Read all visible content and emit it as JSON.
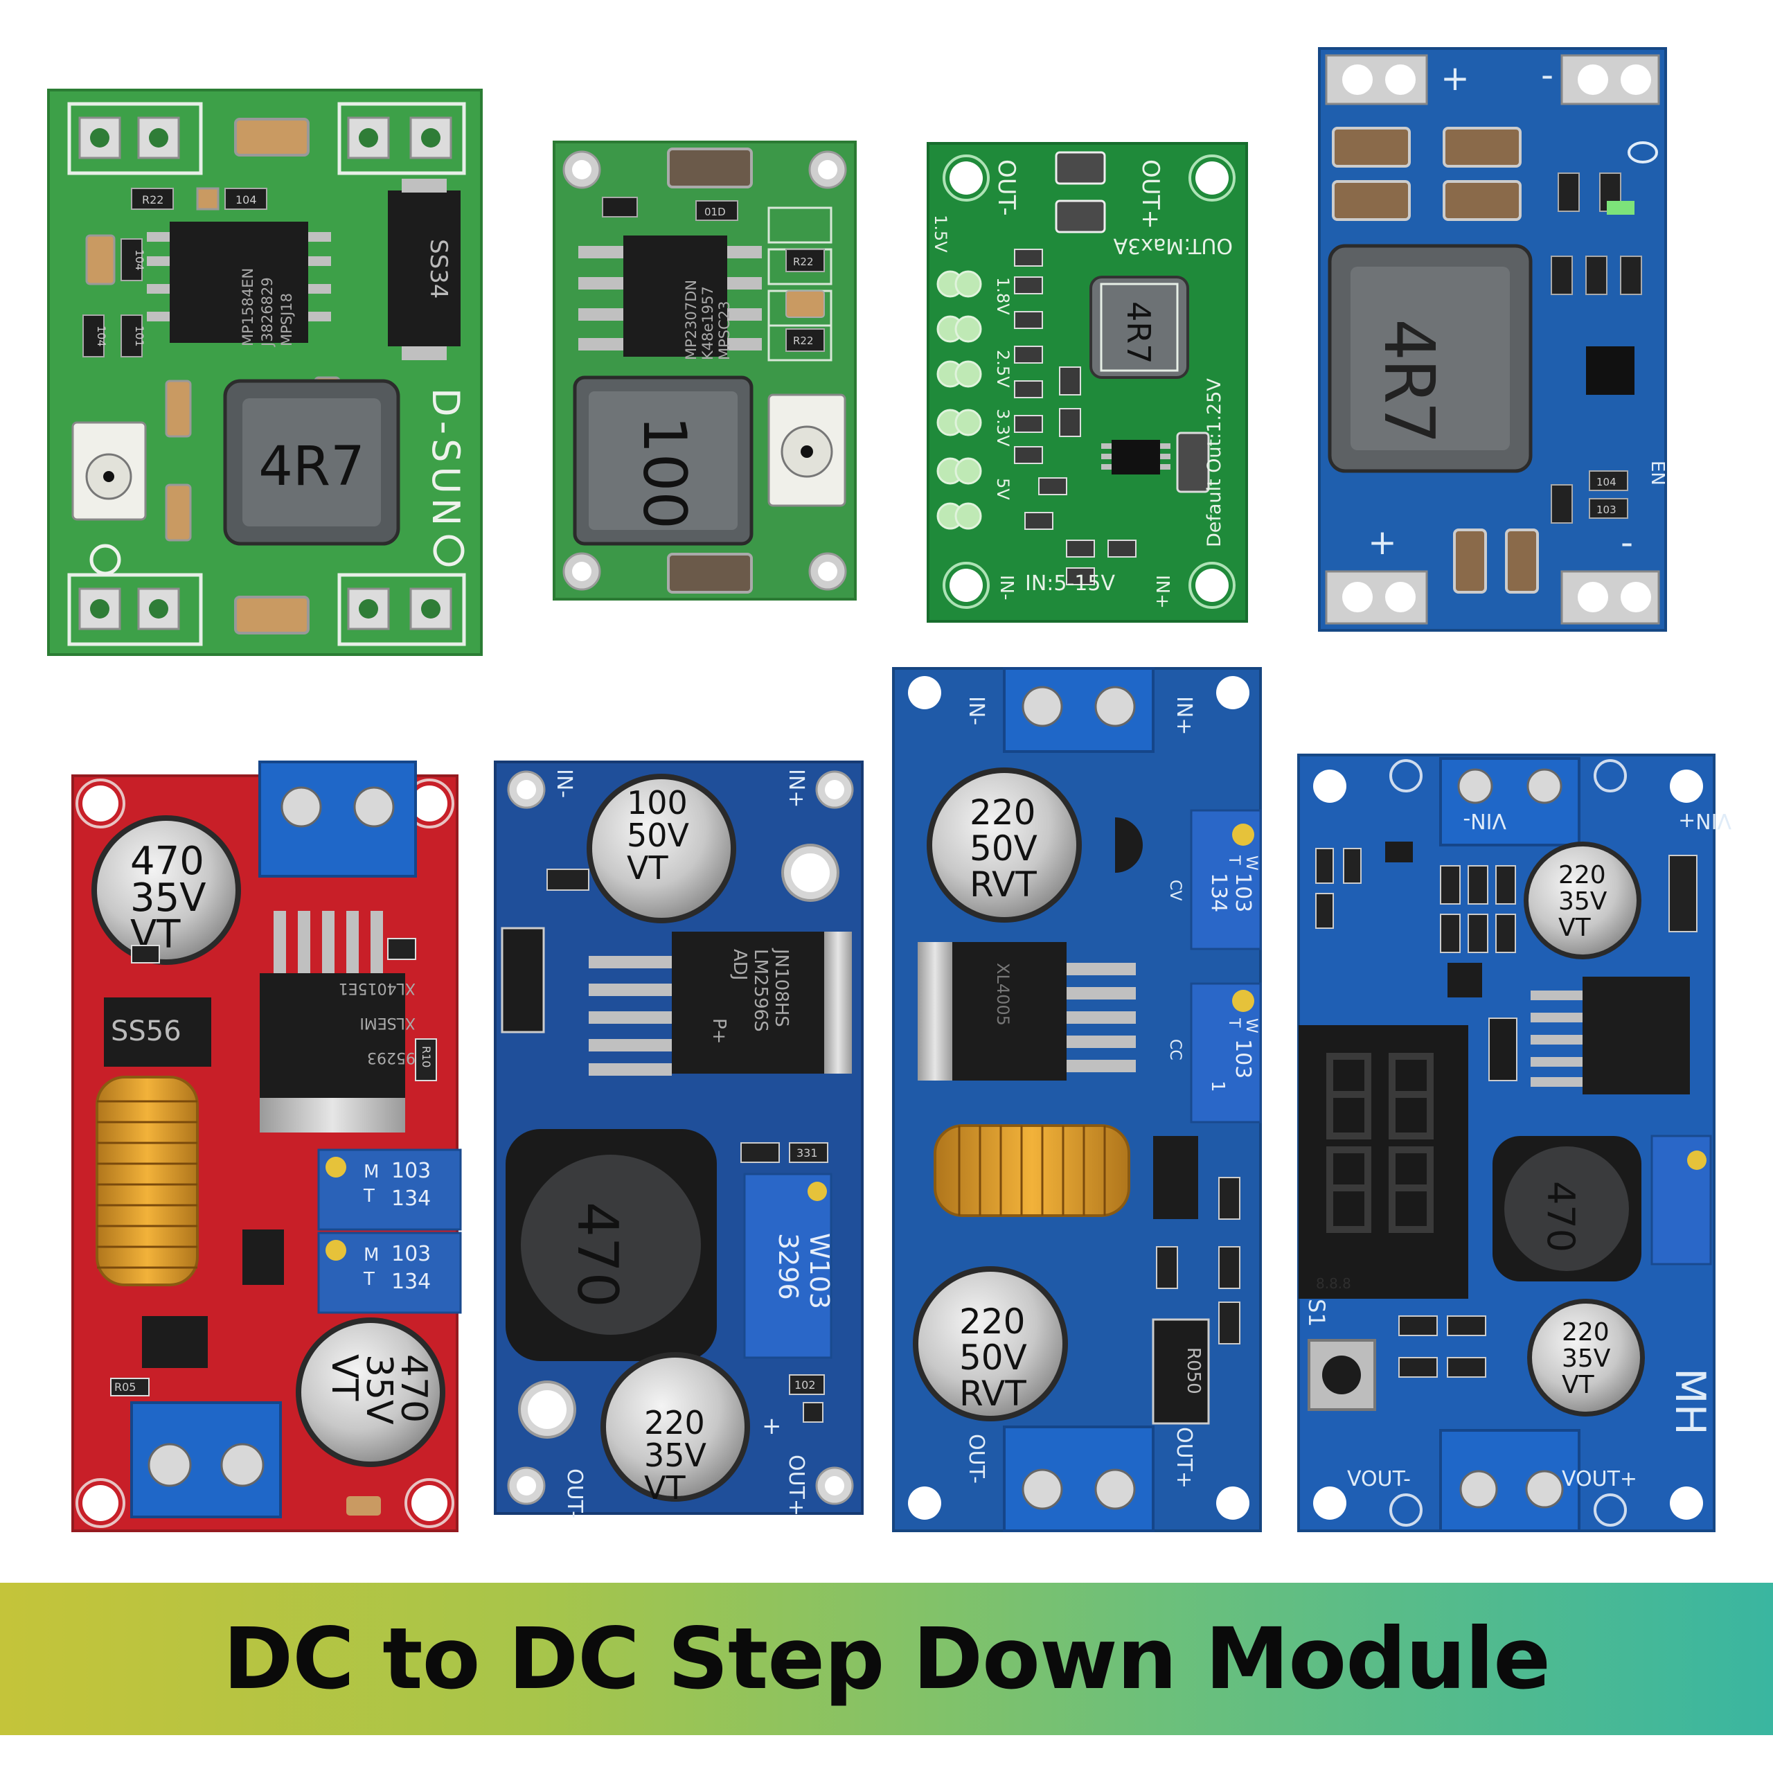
{
  "banner": {
    "title": "DC to DC Step Down Module"
  },
  "modules": {
    "m1": {
      "chip": [
        "MP1584EN",
        "J3826829",
        "MPSJ18"
      ],
      "diode": "SS34",
      "inductor": "4R7",
      "brand": "D-SUN",
      "r1": "R22",
      "r2": "104",
      "r3": "104",
      "r4": "104",
      "r5": "101"
    },
    "m2": {
      "chip": [
        "MP2307DN",
        "K48e1957",
        "MPSC23"
      ],
      "inductor": "100",
      "r1": "01D",
      "r2": "R22",
      "r3": "R22"
    },
    "m3": {
      "out_minus": "OUT-",
      "out_plus": "OUT+",
      "max": "OUT:Max3A",
      "inductor": "4R7",
      "default": "Default Out:1.25V",
      "in_range": "IN:5-15V",
      "in_minus": "IN-",
      "in_plus": "IN+",
      "v1": "1.5V",
      "v2": "1.8V",
      "v3": "2.5V",
      "v4": "3.3V",
      "v5": "5V"
    },
    "m4": {
      "plus_top": "+",
      "minus_top": "-",
      "inductor": "4R7",
      "plus_bot": "+",
      "minus_bot": "-",
      "en": "EN",
      "r1": "104",
      "r2": "103"
    },
    "m5": {
      "cap1": [
        "470",
        "35V",
        "VT"
      ],
      "diode": "SS56",
      "chip": [
        "XL4015E1",
        "XLSEMI",
        "95293"
      ],
      "pot1": [
        "103",
        "T",
        "M",
        "134"
      ],
      "pot2": [
        "103",
        "T",
        "M",
        "134"
      ],
      "cap2": [
        "470",
        "35V",
        "VT"
      ],
      "r1": "R05",
      "r2": "R10"
    },
    "m6": {
      "in_minus": "IN-",
      "in_plus": "IN+",
      "cap1": [
        "100",
        "50V",
        "VT"
      ],
      "chip": [
        "JN108HS",
        "LM2596S",
        "ADJ",
        "P+"
      ],
      "inductor": "470",
      "pot": [
        "W103",
        "3296"
      ],
      "cap2": [
        "220",
        "35V",
        "VT"
      ],
      "out_minus": "OUT-",
      "out_plus": "OUT+",
      "plus": "+",
      "r1": "331",
      "r2": "102"
    },
    "m7": {
      "in_minus": "IN-",
      "in_plus": "IN+",
      "cap1": [
        "220",
        "50V",
        "RVT"
      ],
      "cap2": [
        "220",
        "50V",
        "RVT"
      ],
      "chip": "XL4005",
      "pot1": [
        "134",
        "103",
        "T",
        "W"
      ],
      "pot2": [
        "103",
        "T",
        "W",
        "1"
      ],
      "cv": "CV",
      "cc": "CC",
      "shunt": "R050",
      "out_minus": "OUT-",
      "out_plus": "OUT+"
    },
    "m8": {
      "vin_minus": "VIN-",
      "vin_plus": "VIN+",
      "cap1": [
        "220",
        "35V",
        "VT"
      ],
      "cap2": [
        "220",
        "35V",
        "VT"
      ],
      "display": "8.8.8",
      "inductor": "470",
      "brand": "MH",
      "button": "S1",
      "vout_minus": "VOUT-",
      "vout_plus": "VOUT+"
    }
  }
}
